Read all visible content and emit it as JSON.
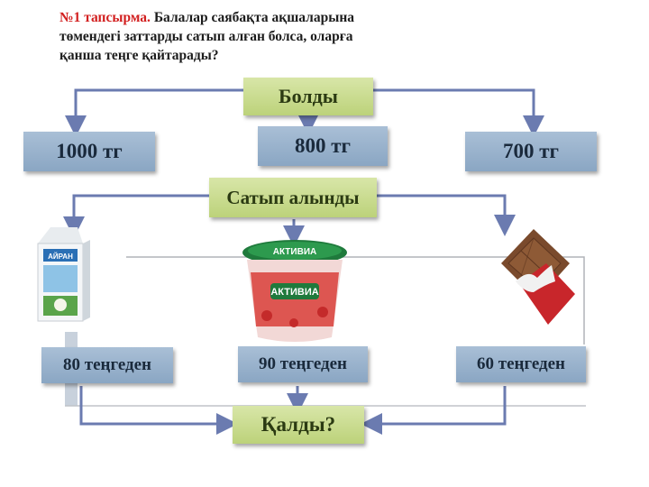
{
  "task": {
    "number": "№1 тапсырма.",
    "line1": "Балалар саябақта ақшаларына",
    "line2": "төмендегі заттарды сатып алған болса, оларға",
    "line3": "қанша теңге қайтарады?"
  },
  "had_label": "Болды",
  "money": [
    "1000 тг",
    "800 тг",
    "700 тг"
  ],
  "bought_label": "Сатып алынды",
  "products": {
    "milk": "АЙРАН",
    "yogurt": "АКТИВИА",
    "chocolate": ""
  },
  "prices": [
    "80 теңгеден",
    "90 теңгеден",
    "60 теңгеден"
  ],
  "left_label": "Қалды?",
  "colors": {
    "blue_box": "#8aa6c3",
    "green_box": "#bcd27a",
    "title_number": "#d21f1f",
    "arrow": "#6b7bb0"
  }
}
